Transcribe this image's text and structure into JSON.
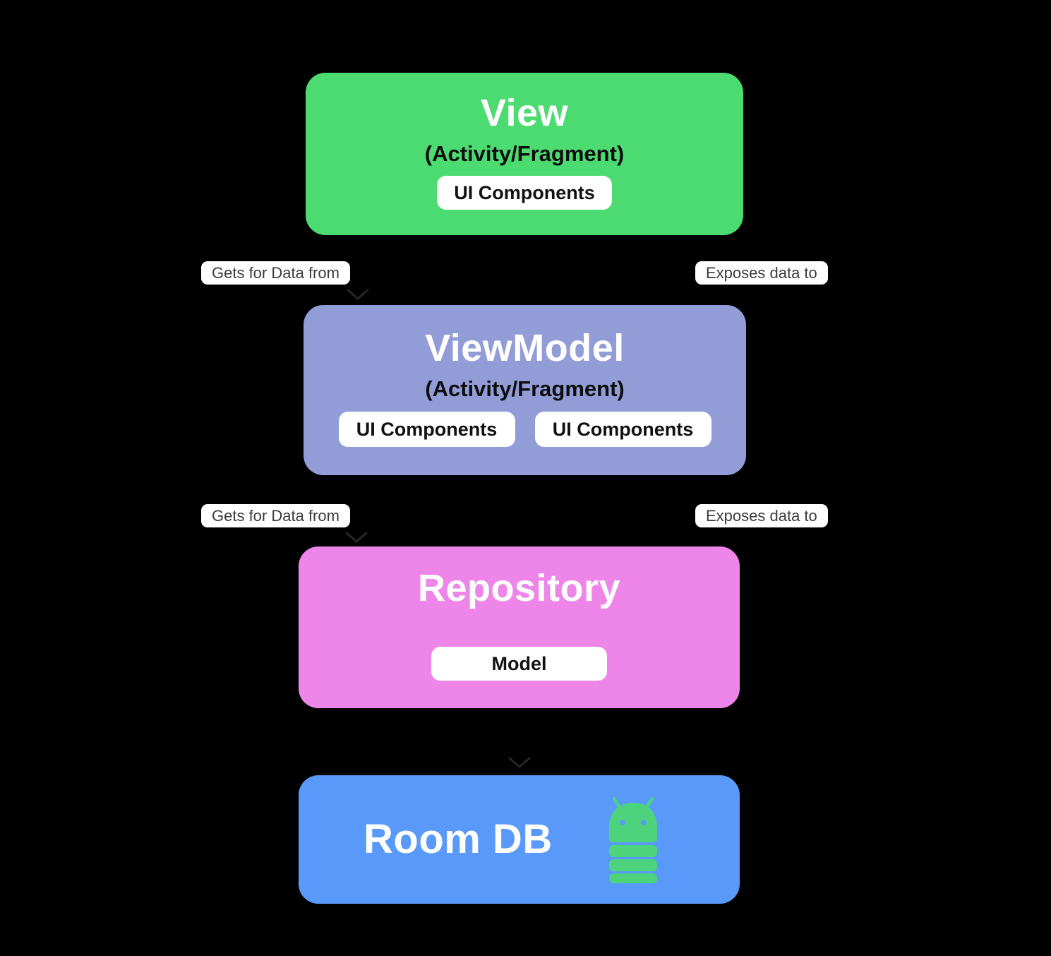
{
  "diagram": {
    "background": "#000000",
    "boxes": [
      {
        "name": "view",
        "title": "View",
        "subtitle": "(Activity/Fragment)",
        "chips": [
          "UI Components"
        ],
        "color": "#4cdb71"
      },
      {
        "name": "viewmodel",
        "title": "ViewModel",
        "subtitle": "(Activity/Fragment)",
        "chips": [
          "UI Components",
          "UI Components"
        ],
        "color": "#929dd8"
      },
      {
        "name": "repository",
        "title": "Repository",
        "chips": [
          "Model"
        ],
        "color": "#ee86e9"
      },
      {
        "name": "roomdb",
        "title": "Room DB",
        "color": "#5899fa",
        "icon": "android-db-icon",
        "icon_color": "#4ed37d"
      }
    ],
    "edge_labels": {
      "row1_left": "Gets for Data from",
      "row1_right": "Exposes data to",
      "row2_left": "Gets for Data from",
      "row2_right": "Exposes data to"
    },
    "arrows": [
      {
        "name": "arrow-view-to-viewmodel",
        "direction": "down"
      },
      {
        "name": "arrow-viewmodel-to-repository",
        "direction": "down"
      },
      {
        "name": "arrow-repository-to-roomdb",
        "direction": "down"
      }
    ],
    "text_colors": {
      "title": "#ffffff",
      "subtitle": "#0d0d0d",
      "chip": "#111111",
      "label": "#3b3b3b",
      "arrow": "#262626"
    }
  }
}
